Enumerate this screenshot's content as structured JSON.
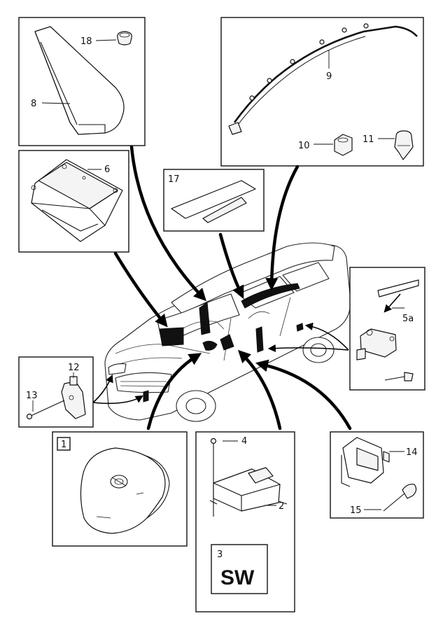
{
  "diagram": {
    "callouts": {
      "c1": "1",
      "c2": "2",
      "c3": "3",
      "c4": "4",
      "c5a": "5a",
      "c6": "6",
      "c8": "8",
      "c9": "9",
      "c10": "10",
      "c11": "11",
      "c12": "12",
      "c13": "13",
      "c14": "14",
      "c15": "15",
      "c17": "17",
      "c18": "18"
    },
    "software_label": "SW"
  }
}
